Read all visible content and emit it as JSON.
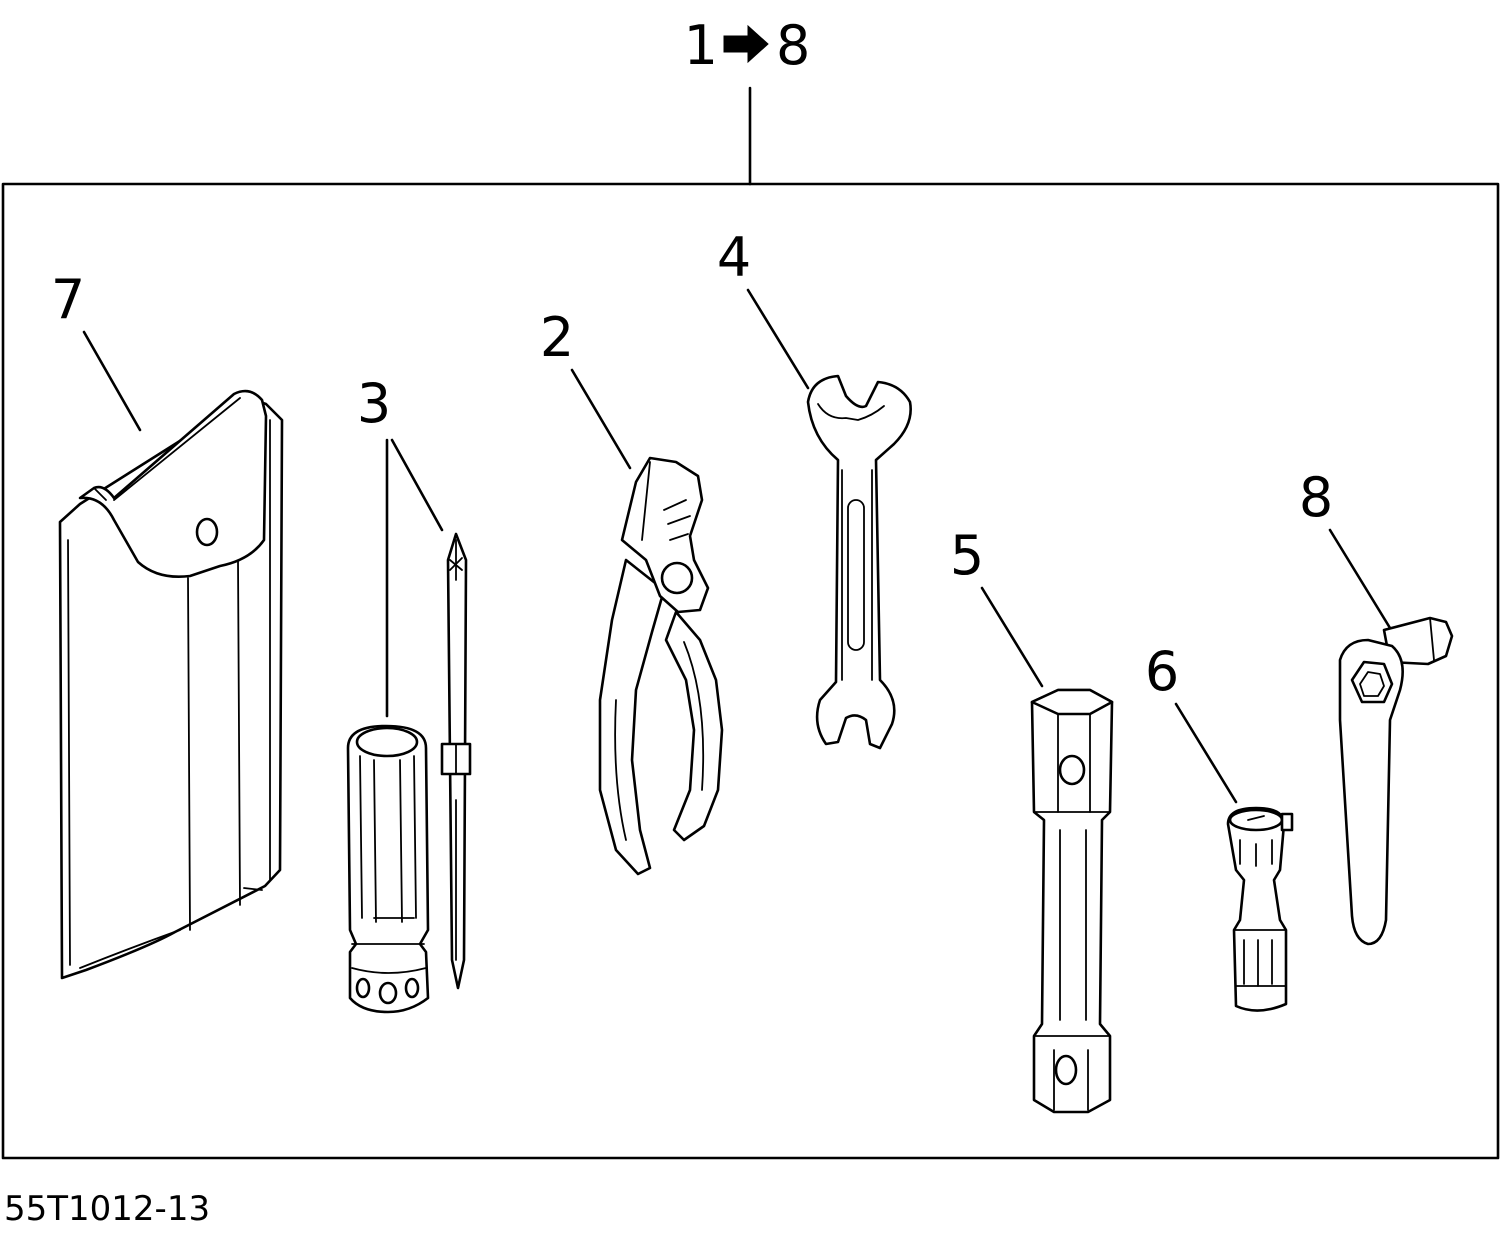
{
  "diagram": {
    "header_callout": {
      "start": "1",
      "end": "8"
    },
    "part_labels": {
      "pouch": "7",
      "screwdriver": "3",
      "pliers": "2",
      "wrench": "4",
      "spark_plug_socket": "5",
      "extension_handle": "6",
      "hex_key_wrench": "8"
    },
    "drawing_code": "55T1012-13"
  }
}
